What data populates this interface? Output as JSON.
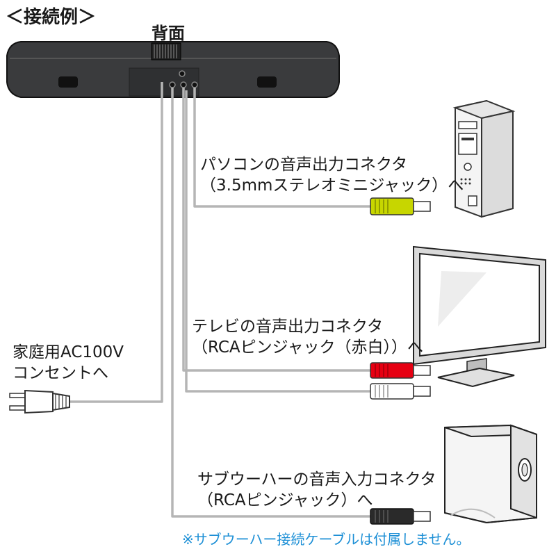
{
  "header": {
    "title": "＜接続例＞",
    "rear_label": "背面"
  },
  "labels": {
    "pc": {
      "line1": "パソコンの音声出力コネクタ",
      "line2": "（3.5mmステレオミニジャック）へ"
    },
    "tv": {
      "line1": "テレビの音声出力コネクタ",
      "line2": "（RCAピンジャック（赤白））へ"
    },
    "ac": {
      "line1": "家庭用AC100V",
      "line2": "コンセントへ"
    },
    "sub": {
      "line1": "サブウーハーの音声入力コネクタ",
      "line2": "（RCAピンジャック）へ"
    }
  },
  "note": "※サブウーハー接続ケーブルは付属しません。",
  "colors": {
    "speaker_body": "#3a3b3d",
    "cable": "#b5b5b5",
    "plug_green": "#c7d600",
    "plug_red": "#e60012",
    "plug_white": "#ffffff",
    "plug_black": "#2a2a2a",
    "note": "#1e90d6"
  }
}
